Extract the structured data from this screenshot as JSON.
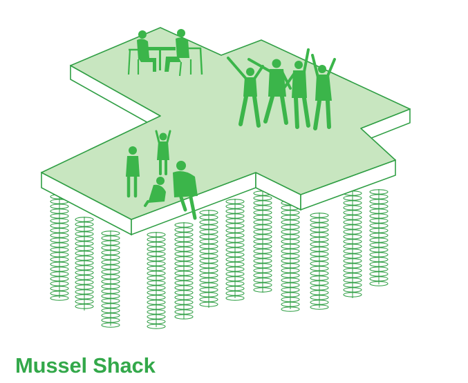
{
  "title": "Mussel Shack",
  "colors": {
    "accent": "#33a84a",
    "platform_top": "#c8e6c0",
    "edge": "#2f9e44",
    "figures": "#3bb54a",
    "background": "#ffffff"
  },
  "figures": [
    {
      "name": "diners-at-table",
      "count": 2
    },
    {
      "name": "dancers",
      "count": 4
    },
    {
      "name": "children-and-adult",
      "count": 4
    }
  ],
  "piles": {
    "count": 12,
    "style": "coiled-spring"
  }
}
